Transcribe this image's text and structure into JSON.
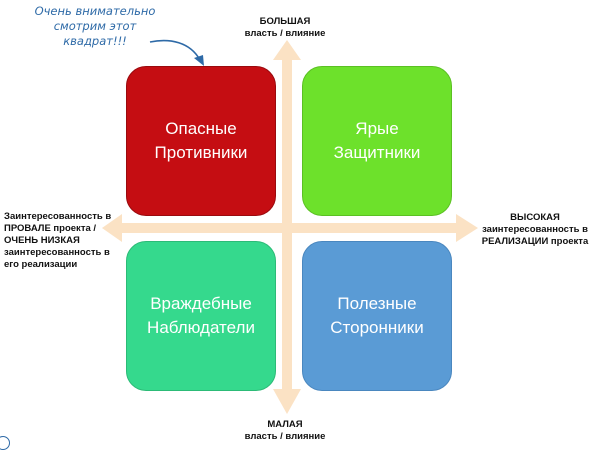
{
  "callout": {
    "line1": "Очень внимательно",
    "line2": "смотрим этот",
    "line3": "квадрат!!!"
  },
  "axis": {
    "top": {
      "line1": "БОЛЬШАЯ",
      "line2": "власть / влияние"
    },
    "bottom": {
      "line1": "МАЛАЯ",
      "line2": "власть / влияние"
    },
    "left": {
      "line1": "Заинтересованность в",
      "line2": "ПРОВАЛЕ проекта /",
      "line3": "ОЧЕНЬ НИЗКАЯ",
      "line4": "заинтересованность в",
      "line5": "его реализации"
    },
    "right": {
      "line1": "ВЫСОКАЯ",
      "line2": "заинтересованность в",
      "line3": "РЕАЛИЗАЦИИ проекта"
    }
  },
  "quadrants": {
    "top_left": {
      "line1": "Опасные",
      "line2": "Противники",
      "color": "#c50d12"
    },
    "top_right": {
      "line1": "Ярые",
      "line2": "Защитники",
      "color": "#6de12b"
    },
    "bottom_left": {
      "line1": "Враждебные",
      "line2": "Наблюдатели",
      "color": "#35d98d"
    },
    "bottom_right": {
      "line1": "Полезные",
      "line2": "Сторонники",
      "color": "#5a9bd5"
    }
  },
  "colors": {
    "axis_arrow": "#fbe2c4",
    "callout_text": "#2e6aa7"
  }
}
